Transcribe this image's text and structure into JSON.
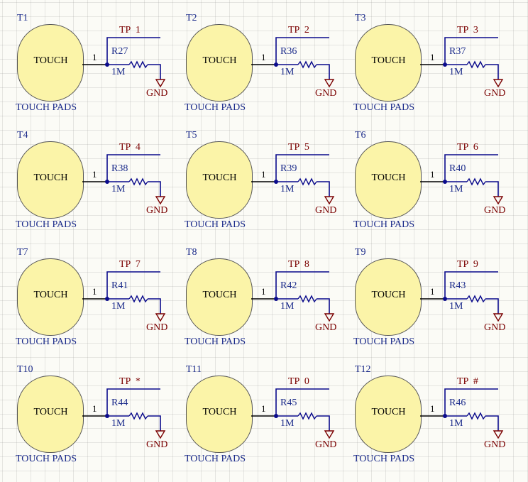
{
  "colors": {
    "wire": "#0b0b8c",
    "net_label": "#7a0000",
    "designator": "#1a2a8a",
    "pad_fill": "#fbf4a8"
  },
  "cells": [
    {
      "designator": "T1",
      "pad_text": "TOUCH",
      "pin": "1",
      "net": "TP  1",
      "resistor": "R27",
      "value": "1M",
      "gnd": "GND",
      "description": "TOUCH PADS"
    },
    {
      "designator": "T2",
      "pad_text": "TOUCH",
      "pin": "1",
      "net": "TP  2",
      "resistor": "R36",
      "value": "1M",
      "gnd": "GND",
      "description": "TOUCH PADS"
    },
    {
      "designator": "T3",
      "pad_text": "TOUCH",
      "pin": "1",
      "net": "TP  3",
      "resistor": "R37",
      "value": "1M",
      "gnd": "GND",
      "description": "TOUCH PADS"
    },
    {
      "designator": "T4",
      "pad_text": "TOUCH",
      "pin": "1",
      "net": "TP  4",
      "resistor": "R38",
      "value": "1M",
      "gnd": "GND",
      "description": "TOUCH PADS"
    },
    {
      "designator": "T5",
      "pad_text": "TOUCH",
      "pin": "1",
      "net": "TP  5",
      "resistor": "R39",
      "value": "1M",
      "gnd": "GND",
      "description": "TOUCH PADS"
    },
    {
      "designator": "T6",
      "pad_text": "TOUCH",
      "pin": "1",
      "net": "TP  6",
      "resistor": "R40",
      "value": "1M",
      "gnd": "GND",
      "description": "TOUCH PADS"
    },
    {
      "designator": "T7",
      "pad_text": "TOUCH",
      "pin": "1",
      "net": "TP  7",
      "resistor": "R41",
      "value": "1M",
      "gnd": "GND",
      "description": "TOUCH PADS"
    },
    {
      "designator": "T8",
      "pad_text": "TOUCH",
      "pin": "1",
      "net": "TP  8",
      "resistor": "R42",
      "value": "1M",
      "gnd": "GND",
      "description": "TOUCH PADS"
    },
    {
      "designator": "T9",
      "pad_text": "TOUCH",
      "pin": "1",
      "net": "TP  9",
      "resistor": "R43",
      "value": "1M",
      "gnd": "GND",
      "description": "TOUCH PADS"
    },
    {
      "designator": "T10",
      "pad_text": "TOUCH",
      "pin": "1",
      "net": "TP  *",
      "resistor": "R44",
      "value": "1M",
      "gnd": "GND",
      "description": "TOUCH PADS"
    },
    {
      "designator": "T11",
      "pad_text": "TOUCH",
      "pin": "1",
      "net": "TP  0",
      "resistor": "R45",
      "value": "1M",
      "gnd": "GND",
      "description": "TOUCH PADS"
    },
    {
      "designator": "T12",
      "pad_text": "TOUCH",
      "pin": "1",
      "net": "TP  #",
      "resistor": "R46",
      "value": "1M",
      "gnd": "GND",
      "description": "TOUCH PADS"
    }
  ]
}
